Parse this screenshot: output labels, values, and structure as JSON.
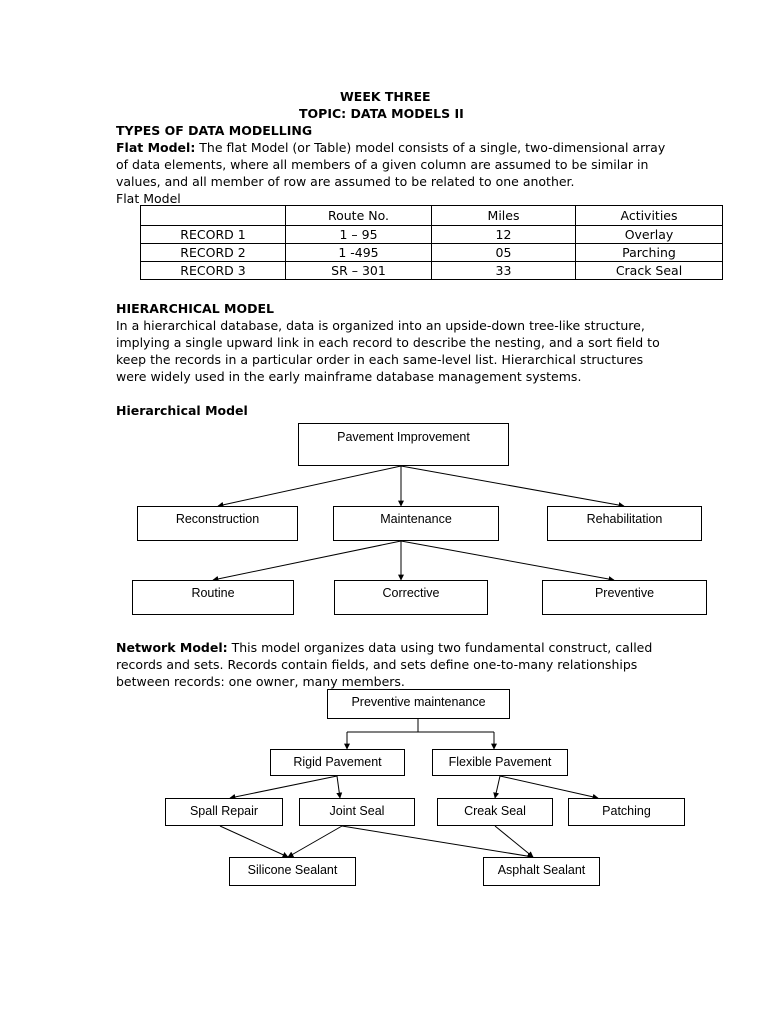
{
  "heading": {
    "week": "WEEK THREE",
    "topic": "TOPIC: DATA MODELS II"
  },
  "types_heading": "TYPES OF DATA MODELLING",
  "flat": {
    "term": "Flat Model:",
    "line1": " The flat Model (or Table) model consists of a single, two-dimensional array",
    "line2": "of data elements, where all members of a given column are assumed to be similar in",
    "line3": "values, and all member of row are assumed to be related to one another.",
    "caption": "Flat Model",
    "table": {
      "headers": [
        "",
        "Route No.",
        "Miles",
        "Activities"
      ],
      "rows": [
        [
          "RECORD 1",
          "1 – 95",
          "12",
          "Overlay"
        ],
        [
          "RECORD 2",
          "1 -495",
          "05",
          "Parching"
        ],
        [
          "RECORD 3",
          "SR – 301",
          "33",
          "Crack Seal"
        ]
      ]
    }
  },
  "hierarchical": {
    "heading": "HIERARCHICAL MODEL",
    "line1": "In a hierarchical database, data is organized into an upside-down tree-like structure,",
    "line2": "implying a single upward link in each record to describe the nesting, and a sort field to",
    "line3": "keep the records in a particular order in each same-level list. Hierarchical structures",
    "line4": "were widely used in the early mainframe database management systems.",
    "caption": "Hierarchical Model",
    "diagram": {
      "root": "Pavement Improvement",
      "level2": [
        "Reconstruction",
        "Maintenance",
        "Rehabilitation"
      ],
      "level3": [
        "Routine",
        "Corrective",
        "Preventive"
      ]
    }
  },
  "network": {
    "term": "Network Model:",
    "line1": "  This model organizes data using two fundamental construct, called",
    "line2": "records and sets. Records contain fields, and sets define one-to-many relationships",
    "line3": "between records: one owner, many members.",
    "diagram": {
      "root": "Preventive maintenance",
      "level2": [
        "Rigid Pavement",
        "Flexible Pavement"
      ],
      "level3": [
        "Spall Repair",
        "Joint Seal",
        "Creak Seal",
        "Patching"
      ],
      "level4": [
        "Silicone Sealant",
        "Asphalt Sealant"
      ]
    }
  }
}
